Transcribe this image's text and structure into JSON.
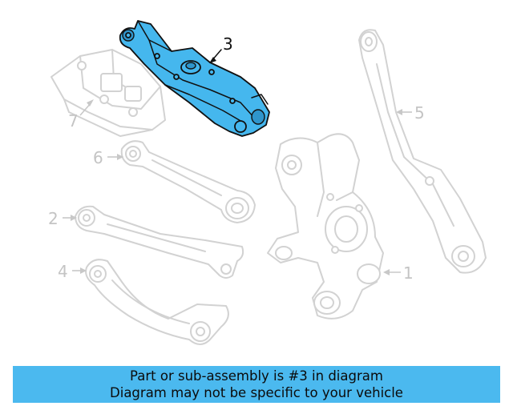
{
  "callouts": {
    "part1": "1",
    "part2": "2",
    "part3": "3",
    "part4": "4",
    "part5": "5",
    "part6": "6",
    "part7": "7"
  },
  "highlighted_part": "3",
  "colors": {
    "highlight": "#45b7ee",
    "banner": "#4bb9ef",
    "ghost_outline": "#d2d2d2"
  },
  "banner": {
    "line1": "Part or sub-assembly is #3 in diagram",
    "line2": "Diagram may not be specific to your vehicle"
  }
}
